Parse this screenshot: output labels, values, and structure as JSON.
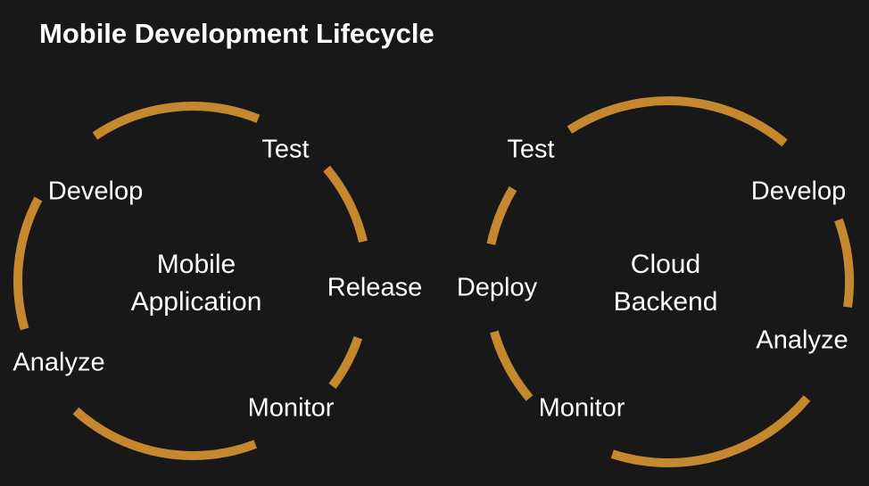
{
  "title": "Mobile Development Lifecycle",
  "colors": {
    "background": "#181818",
    "arc": "#c5882e",
    "text": "#ffffff"
  },
  "cycles": [
    {
      "name_line1": "Mobile",
      "name_line2": "Application",
      "labels": {
        "test": "Test",
        "develop": "Develop",
        "release": "Release",
        "monitor": "Monitor",
        "analyze": "Analyze"
      }
    },
    {
      "name_line1": "Cloud",
      "name_line2": "Backend",
      "labels": {
        "test": "Test",
        "develop": "Develop",
        "analyze": "Analyze",
        "monitor": "Monitor",
        "deploy": "Deploy"
      }
    }
  ]
}
